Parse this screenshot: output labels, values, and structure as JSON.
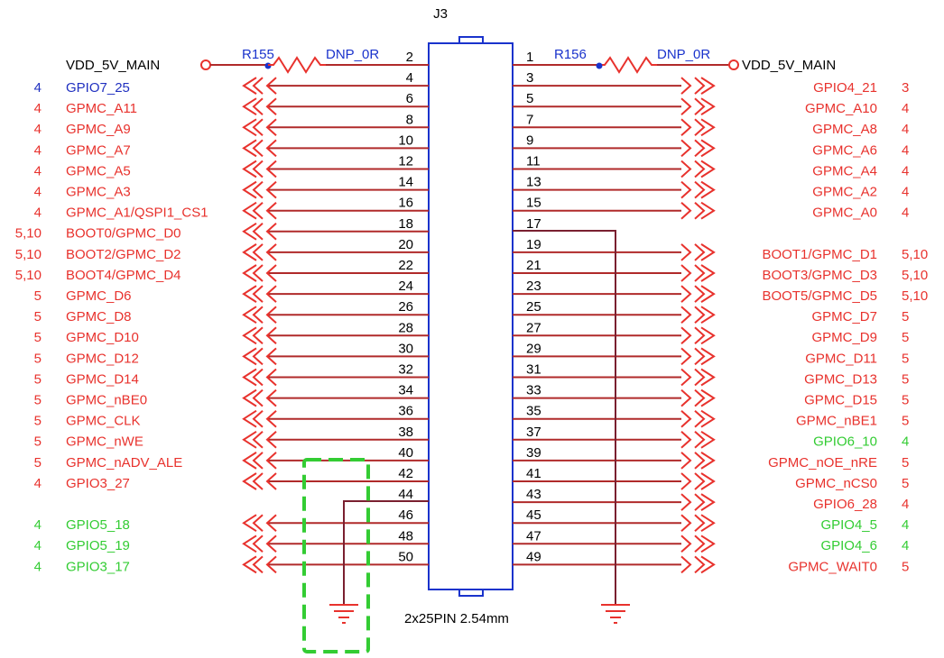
{
  "connector": {
    "ref": "J3",
    "footprint": "2x25PIN 2.54mm",
    "pins_left": [
      "2",
      "4",
      "6",
      "8",
      "10",
      "12",
      "14",
      "16",
      "18",
      "20",
      "22",
      "24",
      "26",
      "28",
      "30",
      "32",
      "34",
      "36",
      "38",
      "40",
      "42",
      "44",
      "46",
      "48",
      "50"
    ],
    "pins_right": [
      "1",
      "3",
      "5",
      "7",
      "9",
      "11",
      "13",
      "15",
      "17",
      "19",
      "21",
      "23",
      "25",
      "27",
      "29",
      "31",
      "33",
      "35",
      "37",
      "39",
      "41",
      "43",
      "45",
      "47",
      "49"
    ]
  },
  "power": {
    "left_net": "VDD_5V_MAIN",
    "right_net": "VDD_5V_MAIN",
    "left_resistor": {
      "ref": "R155",
      "value": "DNP_0R"
    },
    "right_resistor": {
      "ref": "R156",
      "value": "DNP_0R"
    }
  },
  "left_signals": [
    {
      "pin": "4",
      "name": "GPIO7_25",
      "sheet": "4",
      "color": "blue"
    },
    {
      "pin": "6",
      "name": "GPMC_A11",
      "sheet": "4",
      "color": "red"
    },
    {
      "pin": "8",
      "name": "GPMC_A9",
      "sheet": "4",
      "color": "red"
    },
    {
      "pin": "10",
      "name": "GPMC_A7",
      "sheet": "4",
      "color": "red"
    },
    {
      "pin": "12",
      "name": "GPMC_A5",
      "sheet": "4",
      "color": "red"
    },
    {
      "pin": "14",
      "name": "GPMC_A3",
      "sheet": "4",
      "color": "red"
    },
    {
      "pin": "16",
      "name": "GPMC_A1/QSPI1_CS1",
      "sheet": "4",
      "color": "red"
    },
    {
      "pin": "18",
      "name": "BOOT0/GPMC_D0",
      "sheet": "5,10",
      "color": "red"
    },
    {
      "pin": "20",
      "name": "BOOT2/GPMC_D2",
      "sheet": "5,10",
      "color": "red"
    },
    {
      "pin": "22",
      "name": "BOOT4/GPMC_D4",
      "sheet": "5,10",
      "color": "red"
    },
    {
      "pin": "24",
      "name": "GPMC_D6",
      "sheet": "5",
      "color": "red"
    },
    {
      "pin": "26",
      "name": "GPMC_D8",
      "sheet": "5",
      "color": "red"
    },
    {
      "pin": "28",
      "name": "GPMC_D10",
      "sheet": "5",
      "color": "red"
    },
    {
      "pin": "30",
      "name": "GPMC_D12",
      "sheet": "5",
      "color": "red"
    },
    {
      "pin": "32",
      "name": "GPMC_D14",
      "sheet": "5",
      "color": "red"
    },
    {
      "pin": "34",
      "name": "GPMC_nBE0",
      "sheet": "5",
      "color": "red"
    },
    {
      "pin": "36",
      "name": "GPMC_CLK",
      "sheet": "5",
      "color": "red"
    },
    {
      "pin": "38",
      "name": "GPMC_nWE",
      "sheet": "5",
      "color": "red"
    },
    {
      "pin": "40",
      "name": "GPMC_nADV_ALE",
      "sheet": "5",
      "color": "red"
    },
    {
      "pin": "42",
      "name": "GPIO3_27",
      "sheet": "4",
      "color": "red"
    },
    {
      "pin": "46",
      "name": "GPIO5_18",
      "sheet": "4",
      "color": "green"
    },
    {
      "pin": "48",
      "name": "GPIO5_19",
      "sheet": "4",
      "color": "green"
    },
    {
      "pin": "50",
      "name": "GPIO3_17",
      "sheet": "4",
      "color": "green"
    }
  ],
  "right_signals": [
    {
      "pin": "3",
      "name": "GPIO4_21",
      "sheet": "3",
      "color": "red"
    },
    {
      "pin": "5",
      "name": "GPMC_A10",
      "sheet": "4",
      "color": "red"
    },
    {
      "pin": "7",
      "name": "GPMC_A8",
      "sheet": "4",
      "color": "red"
    },
    {
      "pin": "9",
      "name": "GPMC_A6",
      "sheet": "4",
      "color": "red"
    },
    {
      "pin": "11",
      "name": "GPMC_A4",
      "sheet": "4",
      "color": "red"
    },
    {
      "pin": "13",
      "name": "GPMC_A2",
      "sheet": "4",
      "color": "red"
    },
    {
      "pin": "15",
      "name": "GPMC_A0",
      "sheet": "4",
      "color": "red"
    },
    {
      "pin": "19",
      "name": "BOOT1/GPMC_D1",
      "sheet": "5,10",
      "color": "red"
    },
    {
      "pin": "21",
      "name": "BOOT3/GPMC_D3",
      "sheet": "5,10",
      "color": "red"
    },
    {
      "pin": "23",
      "name": "BOOT5/GPMC_D5",
      "sheet": "5,10",
      "color": "red"
    },
    {
      "pin": "25",
      "name": "GPMC_D7",
      "sheet": "5",
      "color": "red"
    },
    {
      "pin": "27",
      "name": "GPMC_D9",
      "sheet": "5",
      "color": "red"
    },
    {
      "pin": "29",
      "name": "GPMC_D11",
      "sheet": "5",
      "color": "red"
    },
    {
      "pin": "31",
      "name": "GPMC_D13",
      "sheet": "5",
      "color": "red"
    },
    {
      "pin": "33",
      "name": "GPMC_D15",
      "sheet": "5",
      "color": "red"
    },
    {
      "pin": "35",
      "name": "GPMC_nBE1",
      "sheet": "5",
      "color": "red"
    },
    {
      "pin": "37",
      "name": "GPIO6_10",
      "sheet": "4",
      "color": "green"
    },
    {
      "pin": "39",
      "name": "GPMC_nOE_nRE",
      "sheet": "5",
      "color": "red"
    },
    {
      "pin": "41",
      "name": "GPMC_nCS0",
      "sheet": "5",
      "color": "red"
    },
    {
      "pin": "43",
      "name": "GPIO6_28",
      "sheet": "4",
      "color": "red"
    },
    {
      "pin": "45",
      "name": "GPIO4_5",
      "sheet": "4",
      "color": "green"
    },
    {
      "pin": "47",
      "name": "GPIO4_6",
      "sheet": "4",
      "color": "green"
    },
    {
      "pin": "49",
      "name": "GPMC_WAIT0",
      "sheet": "5",
      "color": "red"
    }
  ],
  "ground_pins": {
    "left": [
      "44"
    ],
    "right": [
      "17"
    ]
  },
  "colors": {
    "net_red": "#e8322d",
    "wire": "#b02a2a",
    "ground_wire": "#7a2030",
    "text_blue": "#2030c0",
    "text_green": "#33cc33",
    "highlight_green": "#33cc33",
    "symbol_blue": "#1a33cc",
    "black": "#000000"
  }
}
